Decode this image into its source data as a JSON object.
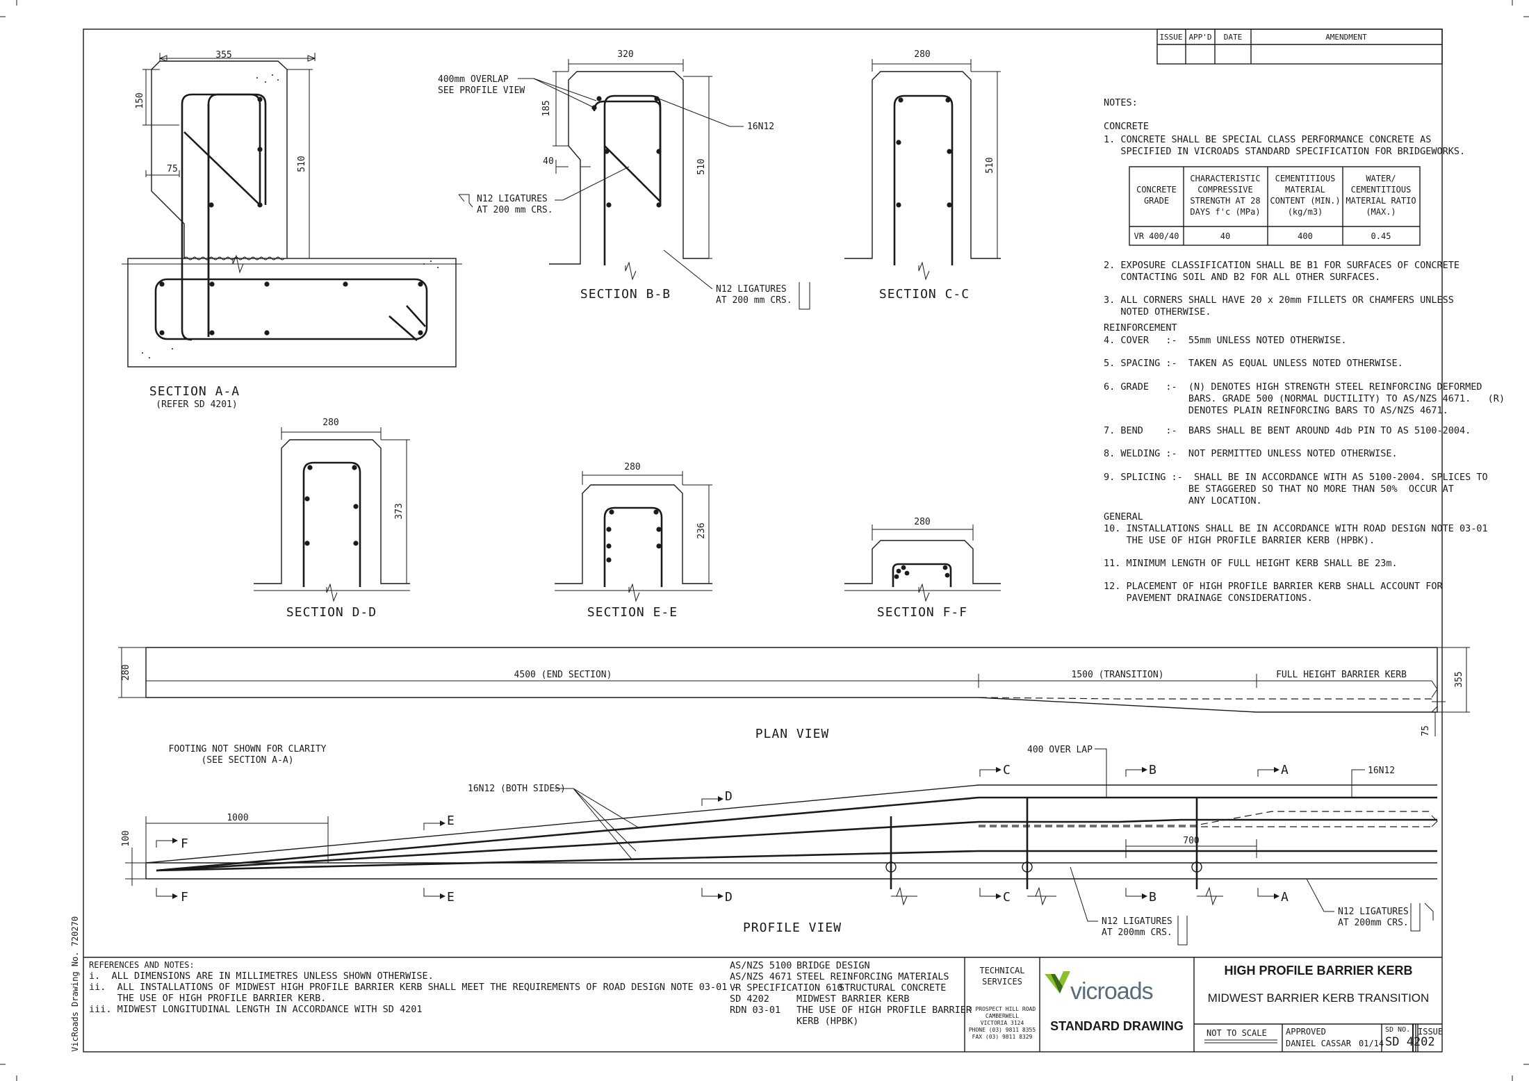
{
  "amendment_table": {
    "headers": [
      "ISSUE",
      "APP'D",
      "DATE",
      "AMENDMENT"
    ]
  },
  "sections": {
    "aa": {
      "title": "SECTION A-A",
      "sub": "(REFER SD 4201)",
      "dims": [
        "355",
        "150",
        "75",
        "510"
      ]
    },
    "bb": {
      "title": "SECTION B-B",
      "dims": [
        "320",
        "185",
        "40",
        "510"
      ],
      "callouts": [
        "400mm OVERLAP",
        "SEE PROFILE VIEW",
        "16N12",
        "N12 LIGATURES",
        "AT 200 mm CRS.",
        "N12 LIGATURES",
        "AT 200 mm CRS."
      ]
    },
    "cc": {
      "title": "SECTION C-C",
      "dims": [
        "280",
        "510"
      ]
    },
    "dd": {
      "title": "SECTION D-D",
      "dims": [
        "280",
        "373"
      ]
    },
    "ee": {
      "title": "SECTION E-E",
      "dims": [
        "280",
        "236"
      ]
    },
    "ff": {
      "title": "SECTION F-F",
      "dims": [
        "280"
      ]
    }
  },
  "notes": {
    "heading": "NOTES:",
    "concrete_heading": "CONCRETE",
    "n1": [
      "1. CONCRETE SHALL BE SPECIAL CLASS PERFORMANCE CONCRETE AS",
      "   SPECIFIED IN VICROADS STANDARD SPECIFICATION FOR BRIDGEWORKS."
    ],
    "table": {
      "headers": [
        [
          "CONCRETE",
          "GRADE"
        ],
        [
          "CHARACTERISTIC",
          "COMPRESSIVE",
          "STRENGTH AT 28",
          "DAYS f'c (MPa)"
        ],
        [
          "CEMENTITIOUS",
          "MATERIAL",
          "CONTENT (MIN.)",
          "(kg/m3)"
        ],
        [
          "WATER/",
          "CEMENTITIOUS",
          "MATERIAL RATIO",
          "(MAX.)"
        ]
      ],
      "row": [
        "VR 400/40",
        "40",
        "400",
        "0.45"
      ]
    },
    "n2": [
      "2. EXPOSURE CLASSIFICATION SHALL BE B1 FOR SURFACES OF CONCRETE",
      "   CONTACTING SOIL AND B2 FOR ALL OTHER SURFACES."
    ],
    "n3": [
      "3. ALL CORNERS SHALL HAVE 20 x 20mm FILLETS OR CHAMFERS UNLESS",
      "   NOTED OTHERWISE."
    ],
    "reinf_heading": "REINFORCEMENT",
    "n4": [
      "4. COVER   :-  55mm UNLESS NOTED OTHERWISE."
    ],
    "n5": [
      "5. SPACING :-  TAKEN AS EQUAL UNLESS NOTED OTHERWISE."
    ],
    "n6": [
      "6. GRADE   :-  (N) DENOTES HIGH STRENGTH STEEL REINFORCING DEFORMED",
      "               BARS. GRADE 500 (NORMAL DUCTILITY) TO AS/NZS 4671.   (R)",
      "               DENOTES PLAIN REINFORCING BARS TO AS/NZS 4671."
    ],
    "n7": [
      "7. BEND    :-  BARS SHALL BE BENT AROUND 4db PIN TO AS 5100-2004."
    ],
    "n8": [
      "8. WELDING :-  NOT PERMITTED UNLESS NOTED OTHERWISE."
    ],
    "n9": [
      "9. SPLICING :-  SHALL BE IN ACCORDANCE WITH AS 5100-2004. SPLICES TO",
      "               BE STAGGERED SO THAT NO MORE THAN 50%  OCCUR AT",
      "               ANY LOCATION."
    ],
    "general_heading": "GENERAL",
    "n10": [
      "10. INSTALLATIONS SHALL BE IN ACCORDANCE WITH ROAD DESIGN NOTE 03-01",
      "    THE USE OF HIGH PROFILE BARRIER KERB (HPBK)."
    ],
    "n11": [
      "11. MINIMUM LENGTH OF FULL HEIGHT KERB SHALL BE 23m."
    ],
    "n12": [
      "12. PLACEMENT OF HIGH PROFILE BARRIER KERB SHALL ACCOUNT FOR",
      "    PAVEMENT DRAINAGE CONSIDERATIONS."
    ]
  },
  "plan": {
    "title": "PLAN VIEW",
    "dim_end": "4500 (END SECTION)",
    "dim_trans": "1500 (TRANSITION)",
    "dim_full": "FULL HEIGHT BARRIER KERB",
    "h1": "280",
    "h2": "355",
    "h3": "75"
  },
  "profile": {
    "title": "PROFILE VIEW",
    "footing1": "FOOTING NOT SHOWN FOR CLARITY",
    "footing2": "(SEE SECTION A-A)",
    "bars": "16N12 (BOTH SIDES)",
    "overlap": "400 OVER LAP",
    "bar16": "16N12",
    "d1000": "1000",
    "d100": "100",
    "d700": "700",
    "lig1a": "N12 LIGATURES",
    "lig1b": "AT 200mm CRS.",
    "lig2a": "N12 LIGATURES",
    "lig2b": "AT 200mm CRS.",
    "marks": [
      "F",
      "E",
      "D",
      "C",
      "B",
      "A"
    ]
  },
  "footer": {
    "ref_heading": "REFERENCES AND NOTES:",
    "refs": [
      "i.  ALL DIMENSIONS ARE IN MILLIMETRES UNLESS SHOWN OTHERWISE.",
      "ii.  ALL INSTALLATIONS OF MIDWEST HIGH PROFILE BARRIER KERB SHALL MEET THE REQUIREMENTS OF ROAD DESIGN NOTE 03-01 -",
      "     THE USE OF HIGH PROFILE BARRIER KERB.",
      "iii. MIDWEST LONGITUDINAL LENGTH IN ACCORDANCE WITH SD 4201"
    ],
    "standards": [
      [
        "AS/NZS 5100",
        "BRIDGE DESIGN"
      ],
      [
        "AS/NZS 4671",
        "STEEL REINFORCING MATERIALS"
      ],
      [
        "VR SPECIFICATION 610",
        "STRUCTURAL CONCRETE"
      ],
      [
        "SD 4202",
        "MIDWEST BARRIER KERB"
      ],
      [
        "RDN 03-01",
        "THE USE OF HIGH PROFILE BARRIER"
      ],
      [
        "",
        "KERB (HPBK)"
      ]
    ],
    "tech1": "TECHNICAL",
    "tech2": "SERVICES",
    "address": [
      "3 PROSPECT HILL ROAD",
      "CAMBERWELL",
      "VICTORIA  3124",
      "PHONE (03) 9811 8355",
      "FAX (03) 9811 8329"
    ],
    "brand": "vicroads",
    "std": "STANDARD DRAWING",
    "title1": "HIGH PROFILE BARRIER KERB",
    "title2": "MIDWEST BARRIER KERB TRANSITION",
    "scale": "NOT TO SCALE",
    "approved_l": "APPROVED",
    "approved": "DANIEL CASSAR",
    "date": "01/14",
    "sdno_l": "SD NO.",
    "sdno": "SD 4202",
    "issue_l": "ISSUE",
    "side": "VicRoads Drawing No. 720270"
  }
}
